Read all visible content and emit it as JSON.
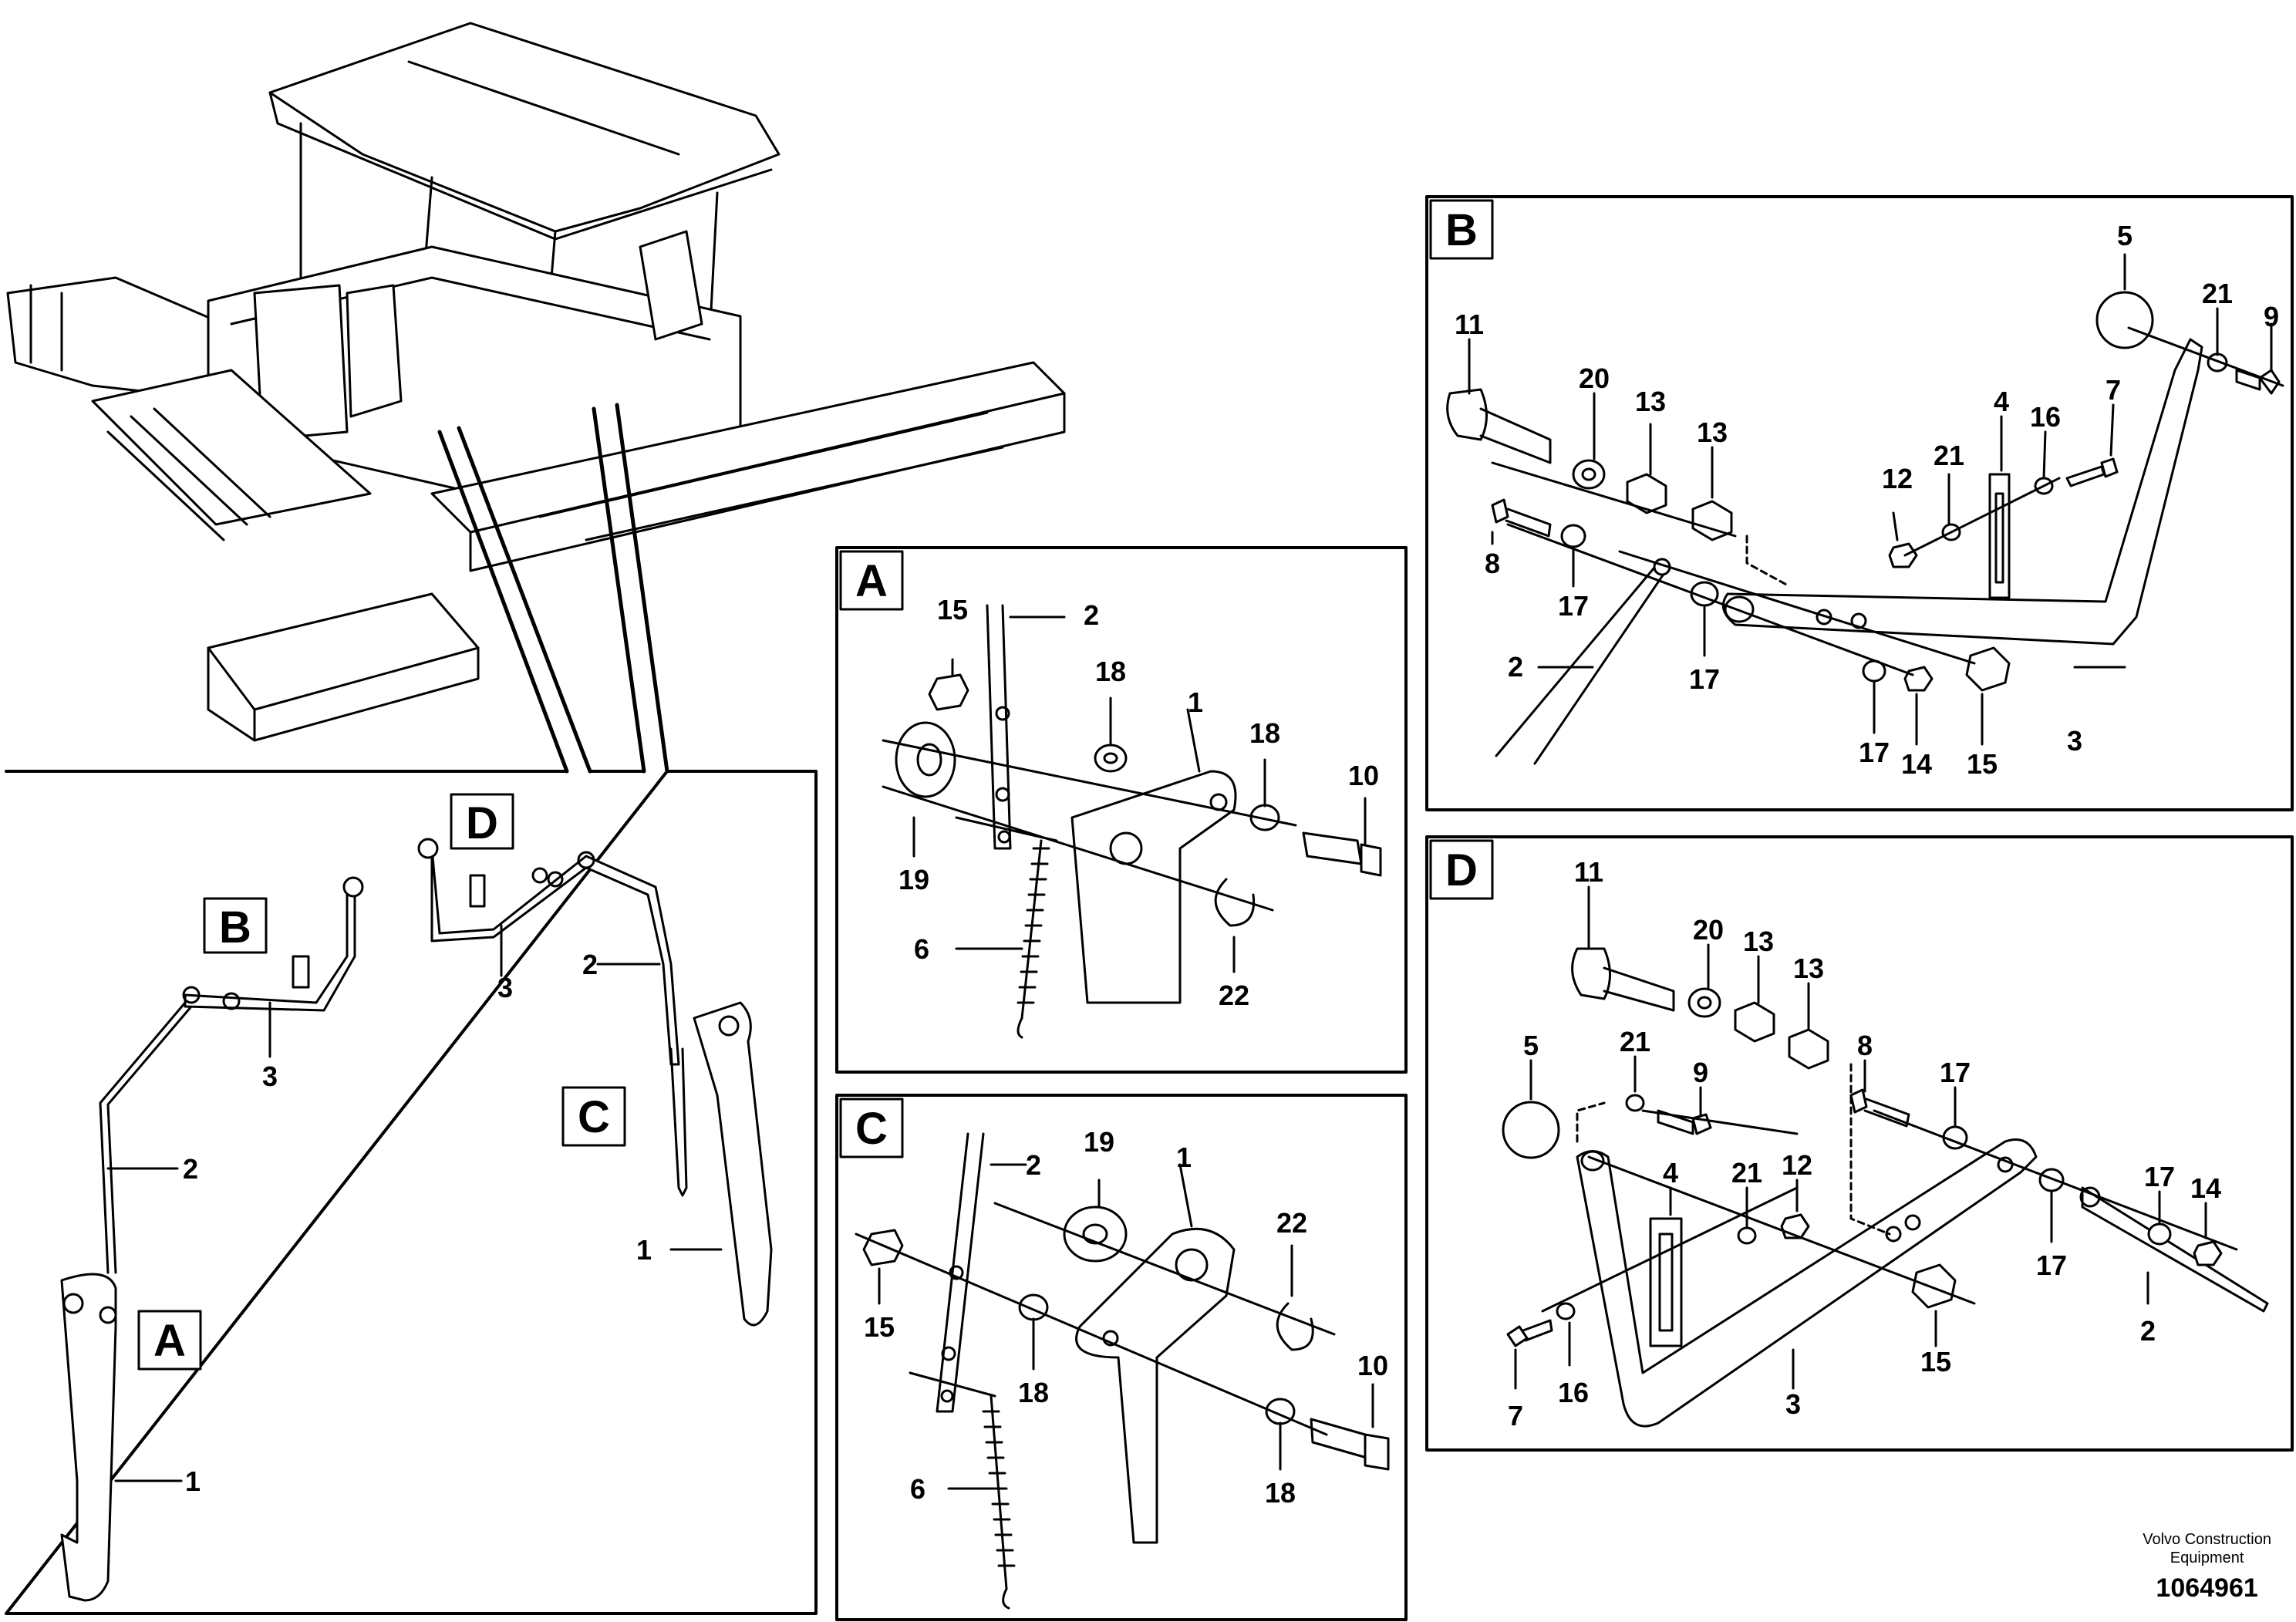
{
  "labels": {
    "A": "A",
    "B": "B",
    "C": "C",
    "D": "D",
    "n1": "1",
    "n2": "2",
    "n3": "3",
    "n4": "4",
    "n5": "5",
    "n6": "6",
    "n7": "7",
    "n8": "8",
    "n9": "9",
    "n10": "10",
    "n11": "11",
    "n12": "12",
    "n13": "13",
    "n14": "14",
    "n15": "15",
    "n16": "16",
    "n17": "17",
    "n18": "18",
    "n19": "19",
    "n20": "20",
    "n21": "21",
    "n22": "22"
  },
  "credit": {
    "org_line1": "Volvo Construction",
    "org_line2": "Equipment",
    "drawing_number": "1064961"
  }
}
